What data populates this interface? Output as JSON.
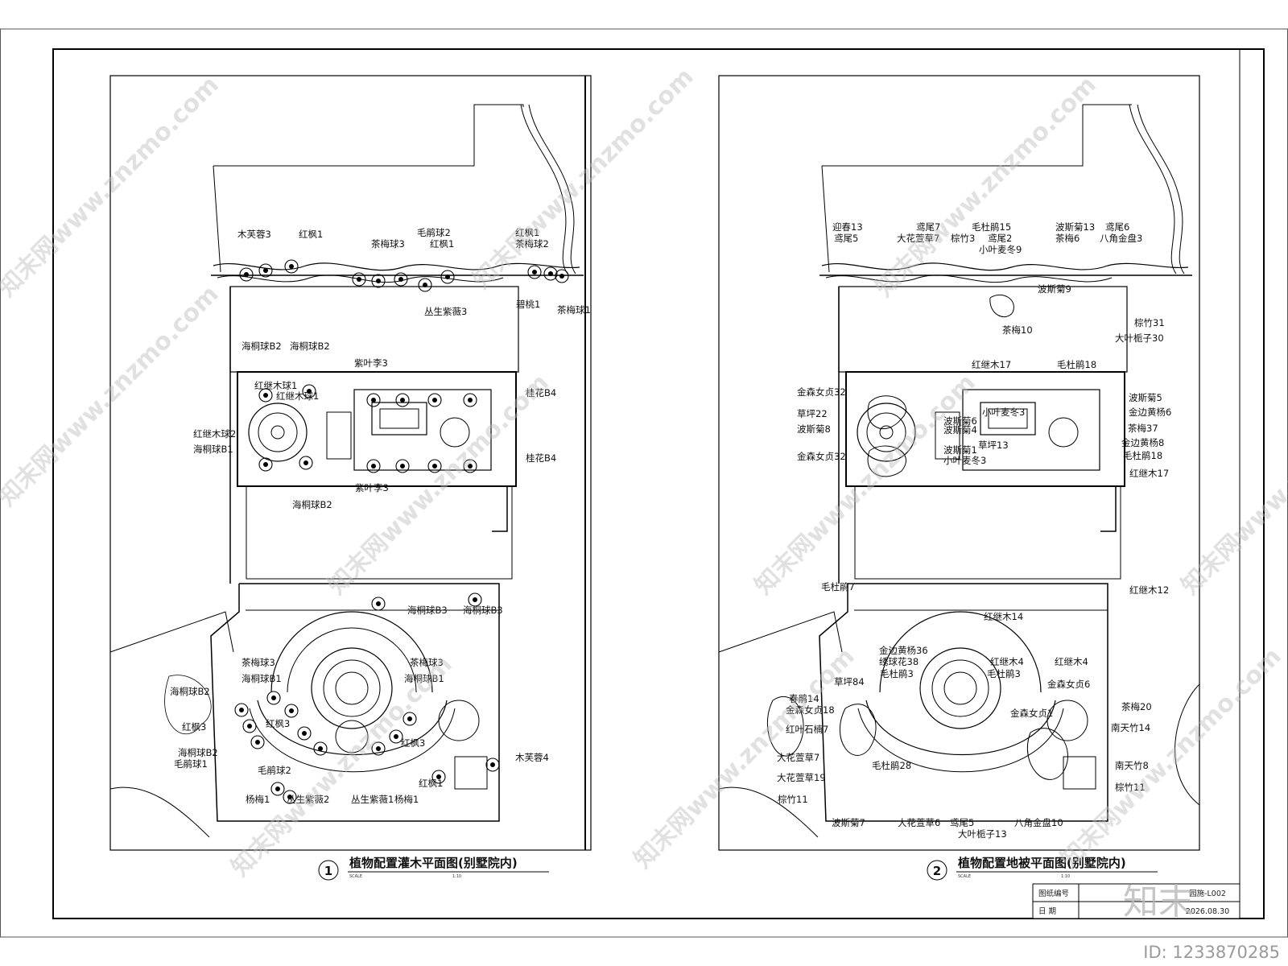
{
  "plans": [
    {
      "number": "1",
      "title": "植物配置灌木平面图(别墅院内)",
      "scale_label": "SCALE",
      "scale_value": "1:10",
      "labels": [
        "木芙蓉3",
        "红枫1",
        "毛鹃球2",
        "茶梅球3",
        "红枫1",
        "红枫1",
        "茶梅球2",
        "丛生紫薇3",
        "碧桃1",
        "茶梅球1",
        "海桐球B2",
        "海桐球B2",
        "紫叶李3",
        "红继木球1",
        "红继木球1",
        "桂花B4",
        "红继木球2",
        "海桐球B1",
        "桂花B4",
        "紫叶李3",
        "海桐球B2",
        "海桐球B3",
        "海桐球B3",
        "茶梅球3",
        "茶梅球3",
        "海桐球B1",
        "海桐球B1",
        "海桐球B2",
        "红枫3",
        "红枫3",
        "海桐球B2",
        "毛鹃球1",
        "毛鹃球2",
        "红枫3",
        "木芙蓉4",
        "红枫1",
        "杨梅1",
        "丛生紫薇2",
        "丛生紫薇1",
        "杨梅1"
      ]
    },
    {
      "number": "2",
      "title": "植物配置地被平面图(别墅院内)",
      "scale_label": "SCALE",
      "scale_value": "1:10",
      "labels": [
        "迎春13",
        "鸢尾5",
        "鸢尾7",
        "大花萱草7",
        "毛杜鹃15",
        "棕竹3",
        "鸢尾2",
        "小叶麦冬9",
        "波斯菊13",
        "鸢尾6",
        "茶梅6",
        "八角金盘3",
        "波斯菊9",
        "棕竹31",
        "茶梅10",
        "大叶栀子30",
        "红继木17",
        "毛杜鹃18",
        "金森女贞32",
        "小叶麦冬3",
        "波斯菊5",
        "草坪22",
        "波斯菊6",
        "金边黄杨6",
        "波斯菊4",
        "波斯菊8",
        "茶梅37",
        "波斯菊1",
        "草坪13",
        "金边黄杨8",
        "金森女贞32",
        "小叶麦冬3",
        "毛杜鹃18",
        "红继木17",
        "毛杜鹃7",
        "红继木12",
        "红继木14",
        "金边黄杨36",
        "绣球花38",
        "红继木4",
        "红继木4",
        "毛杜鹃3",
        "毛杜鹃3",
        "金森女贞6",
        "草坪84",
        "春鹃14",
        "茶梅20",
        "金森女贞18",
        "金森女贞1",
        "南天竹14",
        "红叶石楠7",
        "大花萱草7",
        "南天竹8",
        "毛杜鹃28",
        "大花萱草19",
        "棕竹11",
        "棕竹11",
        "波斯菊7",
        "大花萱草6",
        "鸢尾5",
        "八角金盘10",
        "大叶栀子13"
      ]
    }
  ],
  "title_block": {
    "drawing_no_label": "图纸编号",
    "drawing_no": "园施-L002",
    "date_label": "日 期",
    "date": "2026.08.30"
  },
  "watermark": {
    "text": "知末网www.znzmo.com",
    "logo": "知末",
    "id": "ID: 1233870285"
  }
}
